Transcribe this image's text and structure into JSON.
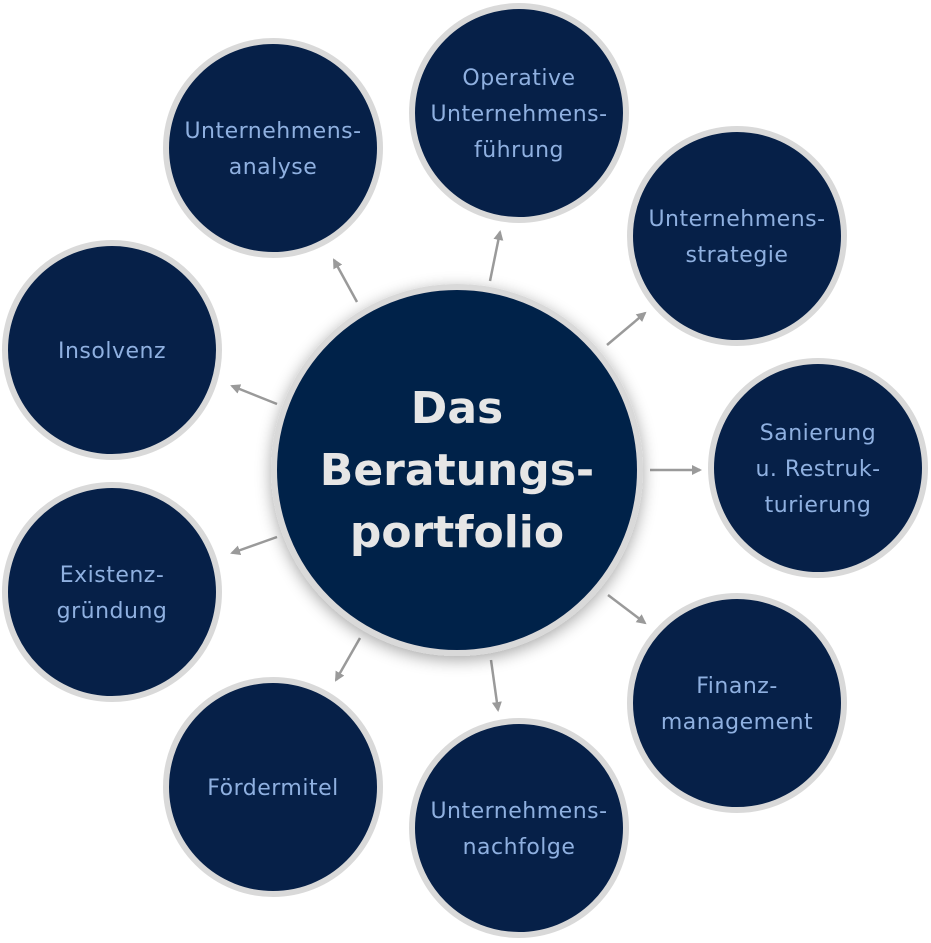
{
  "center": {
    "lines": [
      "Das",
      "Beratungs-",
      "portfolio"
    ]
  },
  "topics": [
    {
      "lines": [
        "Unternehmens-",
        "analyse"
      ]
    },
    {
      "lines": [
        "Operative",
        "Unternehmens-",
        "führung"
      ]
    },
    {
      "lines": [
        "Unternehmens-",
        "strategie"
      ]
    },
    {
      "lines": [
        "Sanierung",
        "u. Restruk-",
        "turierung"
      ]
    },
    {
      "lines": [
        "Finanz-",
        "management"
      ]
    },
    {
      "lines": [
        "Unternehmens-",
        "nachfolge"
      ]
    },
    {
      "lines": [
        "Fördermitel"
      ]
    },
    {
      "lines": [
        "Existenz-",
        "gründung"
      ]
    },
    {
      "lines": [
        "Insolvenz"
      ]
    }
  ],
  "colors": {
    "circle_fill": "#062048",
    "circle_ring": "#d9d9d9",
    "topic_text": "#8fb0e0",
    "center_text": "#e6e6e6",
    "arrow": "#9a9a9a"
  }
}
